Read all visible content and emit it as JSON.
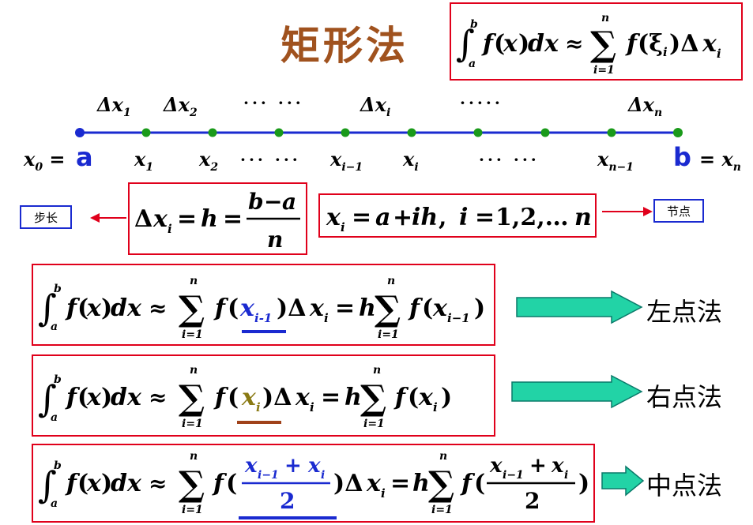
{
  "title": "矩形法",
  "top_formula_text": "∫ f(x)dx ≈ Σ f(ξi)Δxi",
  "steps_label": "步长",
  "nodes_label": "节点",
  "step_formula": "Δxi = h = (b−a)/n",
  "node_formula": "xi = a + ih, i = 1,2,…n",
  "axis": {
    "a_label": "a",
    "b_label": "b",
    "x0_label": "x0 =",
    "xn_label": "= xn",
    "dots_top_1": "··· ···",
    "dots_top_2": "·····",
    "dots_bottom_1": "··· ···",
    "dots_bottom_2": "··· ···"
  },
  "methods": [
    {
      "label": "左点法",
      "formula": "∫ f(x)dx ≈ Σ f(xi-1)Δxi = hΣ f(xi−1)"
    },
    {
      "label": "右点法",
      "formula": "∫ f(x)dx ≈ Σ f(xi)Δxi = hΣ f(xi)"
    },
    {
      "label": "中点法",
      "formula": "∫ f(x)dx ≈ Σ f((xi−1+xi)/2)Δxi = hΣ f((xi−1+xi)/2)"
    }
  ],
  "colors": {
    "title": "#a0521e",
    "box_border": "#e0001b",
    "blue": "#1a2ad0",
    "node_green": "#1a9a1a",
    "arrow_fill": "#22d3a6",
    "underline_left": "#1a2ad0",
    "underline_right": "#a0421a",
    "underline_mid": "#1a2ad0",
    "right_x_color": "#8a7a14"
  }
}
